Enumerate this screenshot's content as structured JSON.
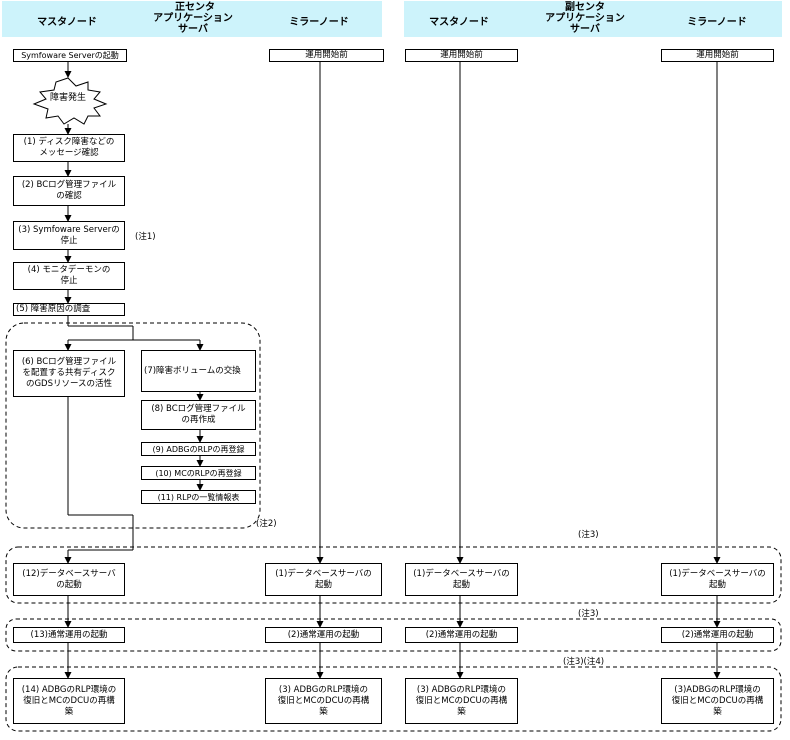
{
  "columns": {
    "primary_group": "正センタ",
    "secondary_group": "副センタ",
    "primary_master": "マスタノード",
    "primary_app": "アプリケーション\nサーバ",
    "primary_mirror": "ミラーノード",
    "secondary_master": "マスタノード",
    "secondary_app": "アプリケーション\nサーバ",
    "secondary_mirror": "ミラーノード"
  },
  "event": {
    "failure": "障害発生"
  },
  "steps": {
    "s_start": "Symfoware Serverの起動",
    "s1": "(1) ディスク障害などの\nメッセージ確認",
    "s2": "(2) BCログ管理ファイル\nの確認",
    "s3": "(3) Symfoware Serverの\n停止",
    "s4": "(4) モニタデーモンの\n停止",
    "s5": "(5) 障害原因の調査",
    "s6": "(6) BCログ管理ファイル\nを配置する共有ディスク\nのGDSリソースの活性",
    "s7": "(7)障害ボリュームの交換",
    "s8": "(8) BCログ管理ファイル\nの再作成",
    "s9": "(9) ADBGのRLPの再登録",
    "s10": "(10) MCのRLPの再登録",
    "s11": "(11) RLPの一覧情報表",
    "s12": "(12)データベースサーバ\nの起動",
    "s13": "(13)通常運用の起動",
    "s14": "(14) ADBGのRLP環境の\n復旧とMCのDCUの再構\n築",
    "pm_pre": "運用開始前",
    "pm1": "(1)データベースサーバの\n起動",
    "pm2": "(2)通常運用の起動",
    "pm3": "(3) ADBGのRLP環境の\n復旧とMCのDCUの再構\n築",
    "sm_pre": "運用開始前",
    "sm1": "(1)データベースサーバの\n起動",
    "sm2": "(2)通常運用の起動",
    "sm3": "(3) ADBGのRLP環境の\n復旧とMCのDCUの再構\n築",
    "sr_pre": "運用開始前",
    "sr1": "(1)データベースサーバの\n起動",
    "sr2": "(2)通常運用の起動",
    "sr3": "(3)ADBGのRLP環境の\n復旧とMCのDCUの再構\n築"
  },
  "notes": {
    "n1": "(注1)",
    "n2": "(注2)",
    "n3a": "(注3)",
    "n3b": "(注3)",
    "n34": "(注3)(注4)"
  },
  "colors": {
    "header_band": "#cdf3fb"
  }
}
